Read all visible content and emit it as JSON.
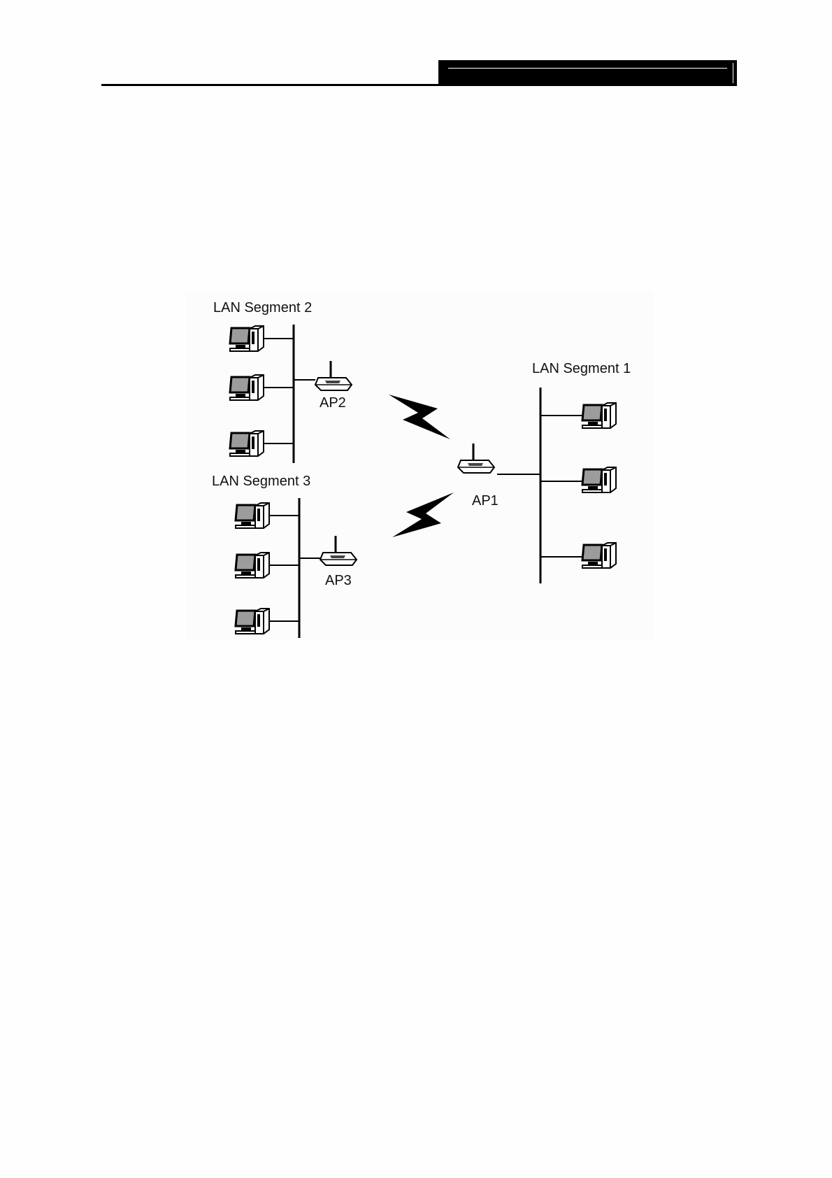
{
  "header": {
    "text": ""
  },
  "diagram": {
    "segments": [
      {
        "label": "LAN Segment 2",
        "access_point": "AP2",
        "computers": 3
      },
      {
        "label": "LAN Segment 3",
        "access_point": "AP3",
        "computers": 3
      },
      {
        "label": "LAN Segment 1",
        "access_point": "AP1",
        "computers": 3
      }
    ],
    "colors": {
      "line": "#000000",
      "screen": "#9c9c9c",
      "background": "#fcfcfc"
    }
  }
}
